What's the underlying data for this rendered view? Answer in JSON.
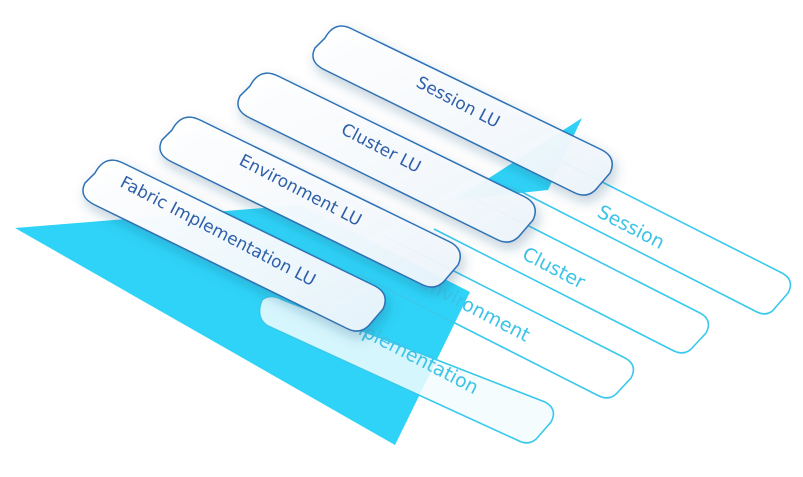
{
  "colors": {
    "accent": "#2fd3f7",
    "outline": "#39c9ec",
    "card_stroke": "#2f72b5",
    "card_text": "#2d5fa8",
    "outline_text": "#3cc3e6",
    "card_fill": "#ffffff"
  },
  "layers": [
    {
      "outline_label": "Session",
      "card_label": "Session LU"
    },
    {
      "outline_label": "Cluster",
      "card_label": "Cluster LU"
    },
    {
      "outline_label": "Environment",
      "card_label": "Environment LU"
    },
    {
      "outline_label": "Fabric Implementation",
      "card_label": "Fabric Implementation LU"
    }
  ]
}
